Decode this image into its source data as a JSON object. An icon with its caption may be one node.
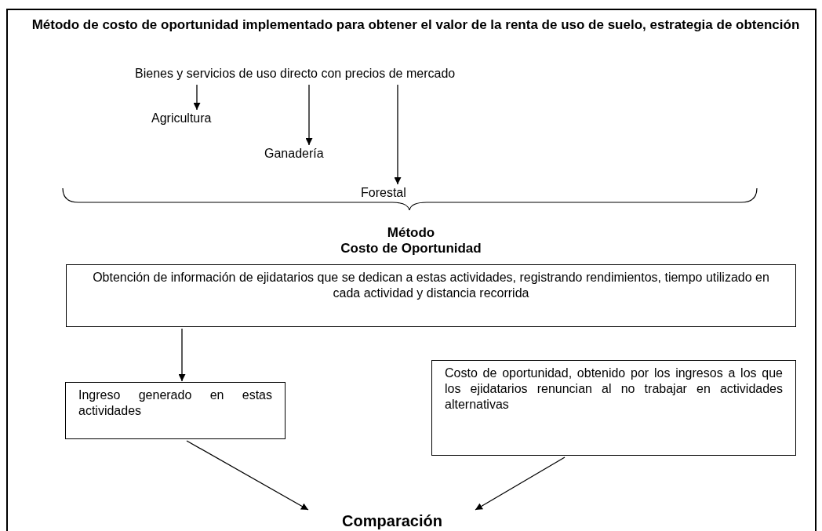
{
  "diagram": {
    "title": "Método de costo de oportunidad implementado para obtener el valor de la renta de uso de suelo, estrategia de obtención",
    "nodes": [
      {
        "text": [
          "Bienes y servicios de uso directo con precios de mercado"
        ]
      },
      {
        "text": [
          "Agricultura"
        ]
      },
      {
        "text": [
          "Ganadería"
        ]
      },
      {
        "text": [
          "Forestal"
        ]
      },
      {
        "text": [
          "Obtención de información de ejidatarios que se dedican a estas actividades, registrando rendimientos, tiempo utilizado en cada actividad y distancia recorrida"
        ]
      },
      {
        "text": [
          "Ingreso generado en estas actividades"
        ]
      },
      {
        "text": [
          "Costo de oportunidad, obtenido por los ingresos a los que los ejidatarios renuncian al no trabajar en actividades alternativas"
        ]
      },
      {
        "text": [
          "Comparación"
        ]
      }
    ],
    "edges": [
      {
        "from": 0,
        "to": 1,
        "arrow": "to"
      },
      {
        "from": 0,
        "to": 2,
        "arrow": "to"
      },
      {
        "from": 0,
        "to": 3,
        "arrow": "to"
      },
      {
        "from": 4,
        "to": 5,
        "arrow": "to"
      },
      {
        "from": 5,
        "to": 7,
        "arrow": "to"
      },
      {
        "from": 6,
        "to": 7,
        "arrow": "to"
      }
    ],
    "labels": [
      "Método",
      "Costo de Oportunidad"
    ]
  }
}
